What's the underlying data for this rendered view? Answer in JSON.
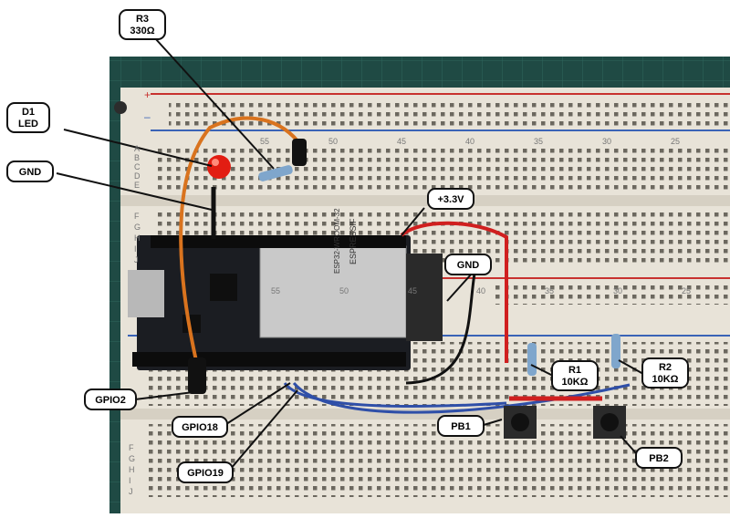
{
  "labels": {
    "r3": {
      "name": "R3",
      "value": "330Ω"
    },
    "d1": {
      "name": "D1",
      "value": "LED"
    },
    "gnd_top": {
      "name": "GND"
    },
    "v33": {
      "name": "+3.3V"
    },
    "gnd_right": {
      "name": "GND"
    },
    "r1": {
      "name": "R1",
      "value": "10KΩ"
    },
    "r2": {
      "name": "R2",
      "value": "10KΩ"
    },
    "gpio2": {
      "name": "GPIO2"
    },
    "gpio18": {
      "name": "GPIO18"
    },
    "gpio19": {
      "name": "GPIO19"
    },
    "pb1": {
      "name": "PB1"
    },
    "pb2": {
      "name": "PB2"
    }
  },
  "breadboard": {
    "column_numbers_top": [
      "55",
      "50",
      "45",
      "40",
      "35",
      "30",
      "25"
    ],
    "column_numbers_mid": [
      "55",
      "50",
      "45",
      "40",
      "35",
      "30",
      "25"
    ],
    "row_letters_top": [
      "A",
      "B",
      "C",
      "D",
      "E"
    ],
    "row_letters_bottom": [
      "F",
      "G",
      "H",
      "I",
      "J"
    ],
    "rail_plus": "+",
    "rail_minus": "–"
  },
  "module": {
    "brand": "ESPRESSIF",
    "model": "ESP32-WROOM-32"
  },
  "colors": {
    "mat": "#1f4a44",
    "board": "#e8e3d8",
    "rail_red": "#c8322f",
    "rail_blue": "#3a63b6",
    "wire_orange": "#d9731e",
    "wire_red": "#d01f1f",
    "wire_blue": "#2f4fa8",
    "wire_black": "#111111",
    "pcb": "#1b1d22",
    "led": "#e21d12"
  }
}
